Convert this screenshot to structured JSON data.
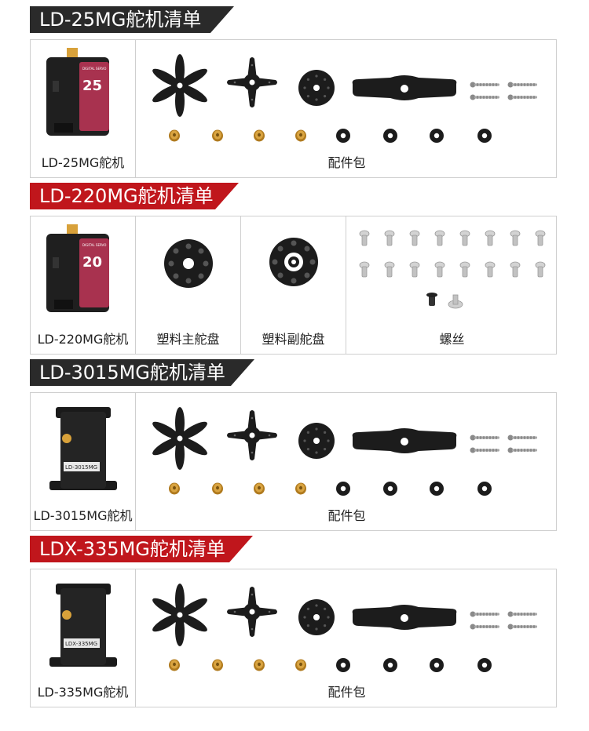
{
  "sections": [
    {
      "title": "LD-25MG舵机清单",
      "servo_label": "LD-25MG舵机",
      "parts_label": "配件包",
      "servo_badge": "25",
      "servo_small": "DIGITAL SERVO"
    },
    {
      "title": "LD-220MG舵机清单",
      "servo_label": "LD-220MG舵机",
      "disc1_label": "塑料主舵盘",
      "disc2_label": "塑料副舵盘",
      "screws_label": "螺丝",
      "servo_badge": "20",
      "servo_small": "DIGITAL SERVO"
    },
    {
      "title": "LD-3015MG舵机清单",
      "servo_label": "LD-3015MG舵机",
      "parts_label": "配件包",
      "servo_tag": "LD-3015MG"
    },
    {
      "title": "LDX-335MG舵机清单",
      "servo_label": "LD-335MG舵机",
      "parts_label": "配件包",
      "servo_tag": "LDX-335MG"
    }
  ],
  "colors": {
    "dark_banner": "#2a2a2a",
    "red_banner": "#c0161c",
    "servo_pink": "#a8324f",
    "brass": "#c8902a"
  }
}
